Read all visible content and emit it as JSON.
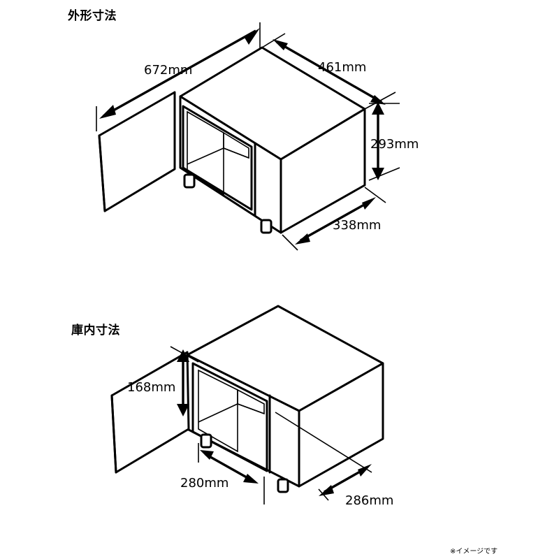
{
  "sections": {
    "outer": {
      "title": "外形寸法",
      "width": "672mm",
      "depth": "461mm",
      "height": "293mm",
      "door_clearance": "338mm"
    },
    "inner": {
      "title": "庫内寸法",
      "height": "168mm",
      "width": "280mm",
      "depth": "286mm"
    }
  },
  "note": "※イメージです"
}
